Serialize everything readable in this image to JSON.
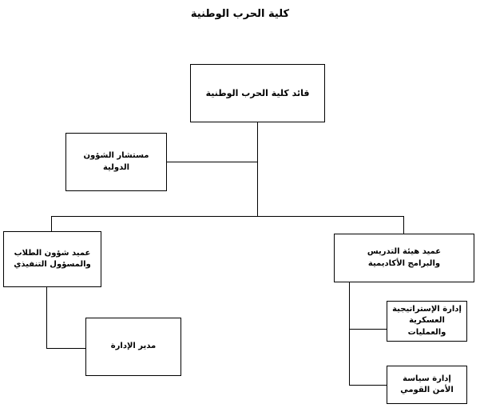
{
  "title": "كلية الحرب الوطنية",
  "nodes": {
    "commander": {
      "label": "قائد كلية الحرب الوطنية"
    },
    "advisor": {
      "line1": "مستشار الشؤون",
      "line2": "الدولية"
    },
    "dean_students": {
      "line1": "عميد شؤون الطلاب",
      "line2": "والمسؤول التنفيذي"
    },
    "dean_faculty": {
      "line1": "عميد هيئة التدريس",
      "line2": "والبرامج الأكاديمية"
    },
    "admin_director": {
      "label": "مدير الإدارة"
    },
    "strategy_dept": {
      "line1": "إدارة الإستراتيجية",
      "line2": "العسكرية والعمليات"
    },
    "security_dept": {
      "line1": "إدارة سياسة",
      "line2": "الأمن القومي"
    }
  }
}
